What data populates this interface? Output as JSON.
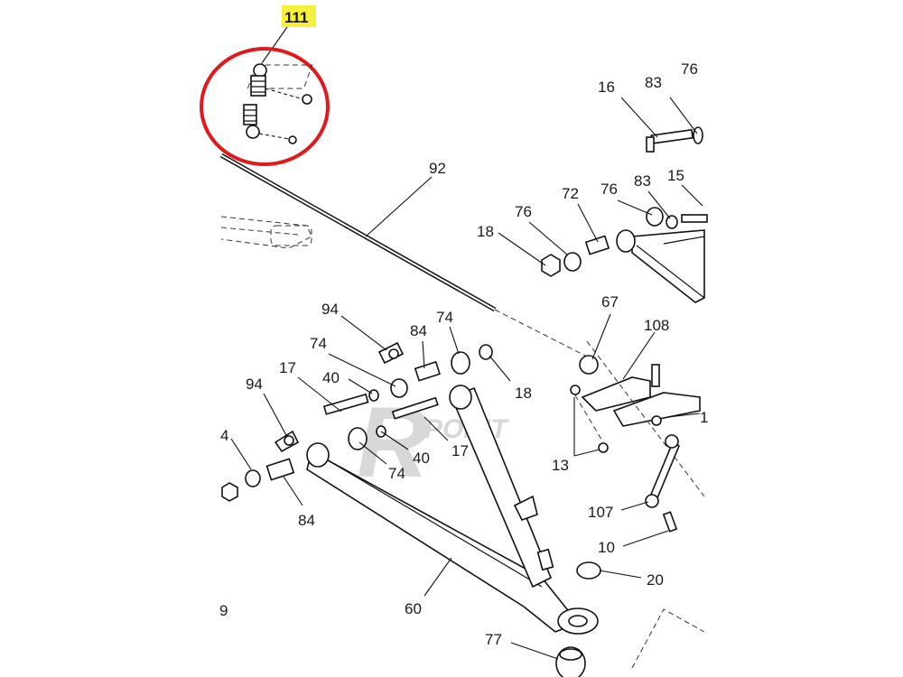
{
  "diagram": {
    "highlight": {
      "label": "111",
      "highlight_color": "#f5f03c",
      "circle_color": "#e0191d"
    },
    "watermark": {
      "letter": "R",
      "text": "POINT"
    },
    "labels": {
      "l16": "16",
      "l83a": "83",
      "l76a": "76",
      "l92": "92",
      "l72": "72",
      "l76b": "76",
      "l83b": "83",
      "l15": "15",
      "l76c": "76",
      "l18a": "18",
      "l94a": "94",
      "l84a": "84",
      "l74a": "74",
      "l67": "67",
      "l108": "108",
      "l74b": "74",
      "l17a": "17",
      "l40a": "40",
      "l18b": "18",
      "l94b": "94",
      "l4": "4",
      "l40b": "40",
      "l17b": "17",
      "l74c": "74",
      "l13": "13",
      "l84b": "84",
      "l107": "107",
      "l10": "10",
      "l20": "20",
      "l60": "60",
      "l9": "9",
      "l77": "77",
      "l1": "1"
    }
  }
}
